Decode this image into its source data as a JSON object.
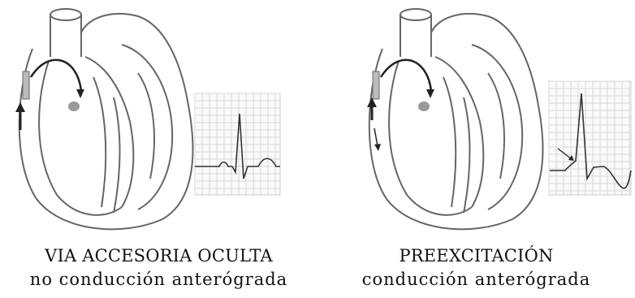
{
  "panels": [
    {
      "title": "VIA ACCESORIA OCULTA",
      "subtitle": "no conducción anterógrada"
    },
    {
      "title": "PREEXCITACIÓN",
      "subtitle": "conducción anterógrada"
    }
  ],
  "colors": {
    "line": "#555555",
    "grid": "#d8d8d8",
    "arrow": "#222222"
  }
}
